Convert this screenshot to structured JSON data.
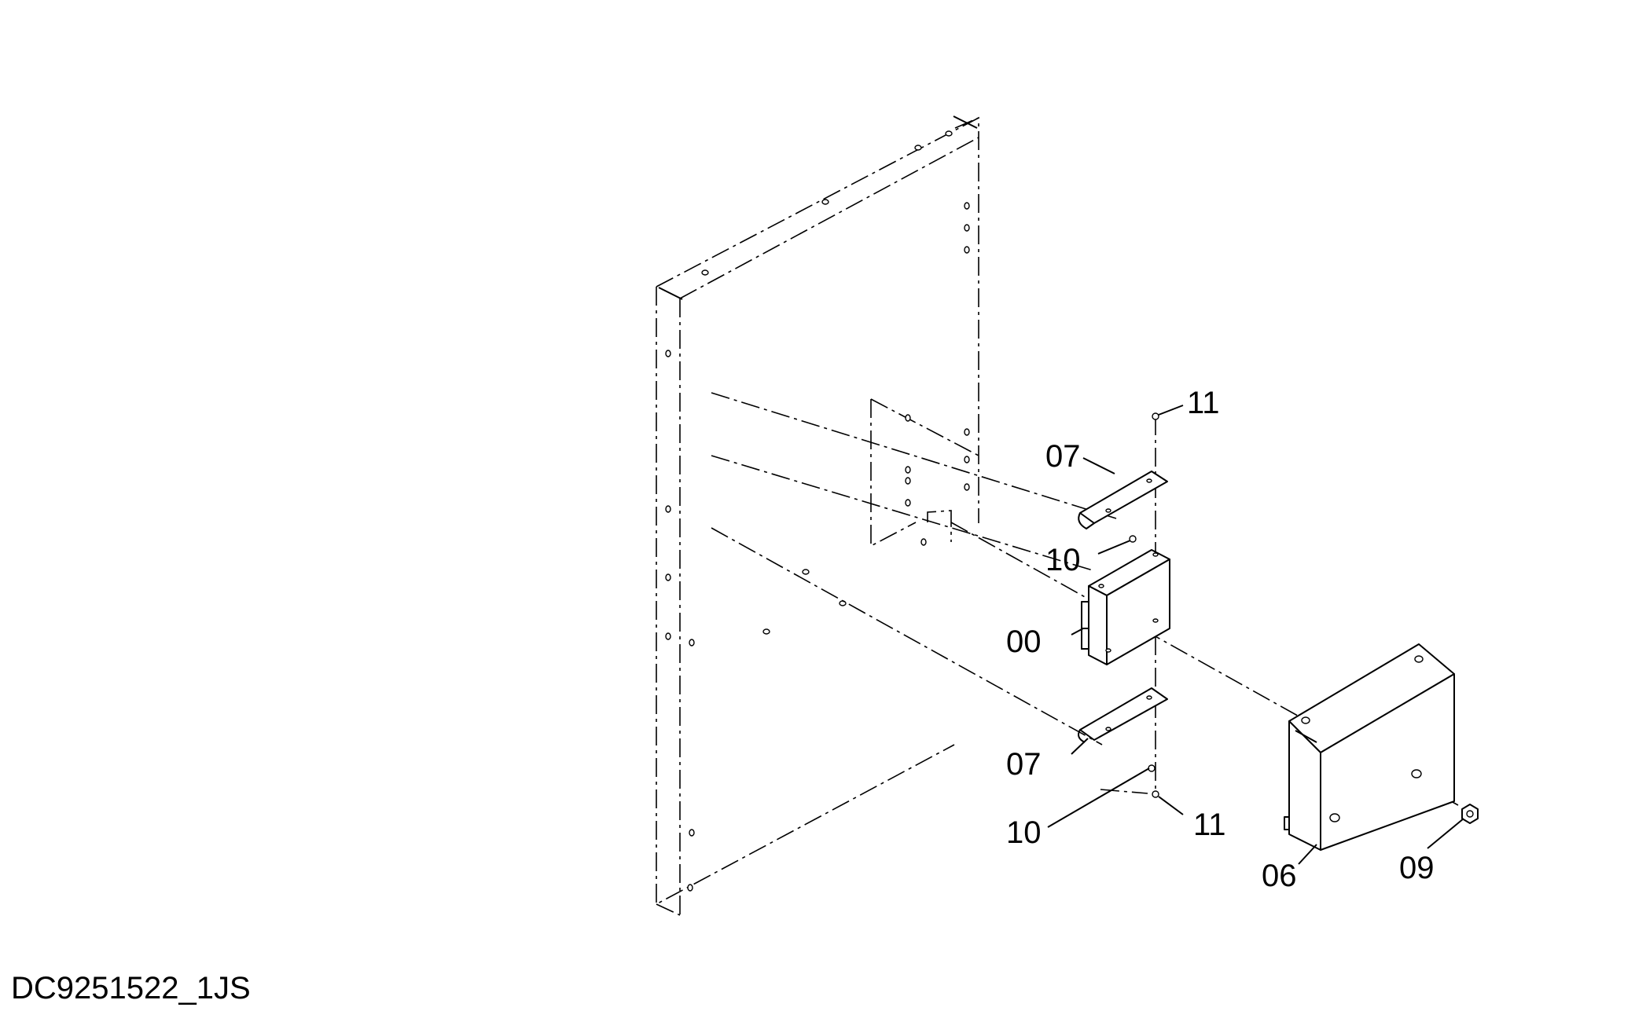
{
  "drawing_code": "DC9251522_1JS",
  "callouts": {
    "c11_top": "11",
    "c07_top": "07",
    "c10_top": "10",
    "c00": "00",
    "c07_bottom": "07",
    "c10_bottom": "10",
    "c11_bottom": "11",
    "c06": "06",
    "c09": "09"
  }
}
